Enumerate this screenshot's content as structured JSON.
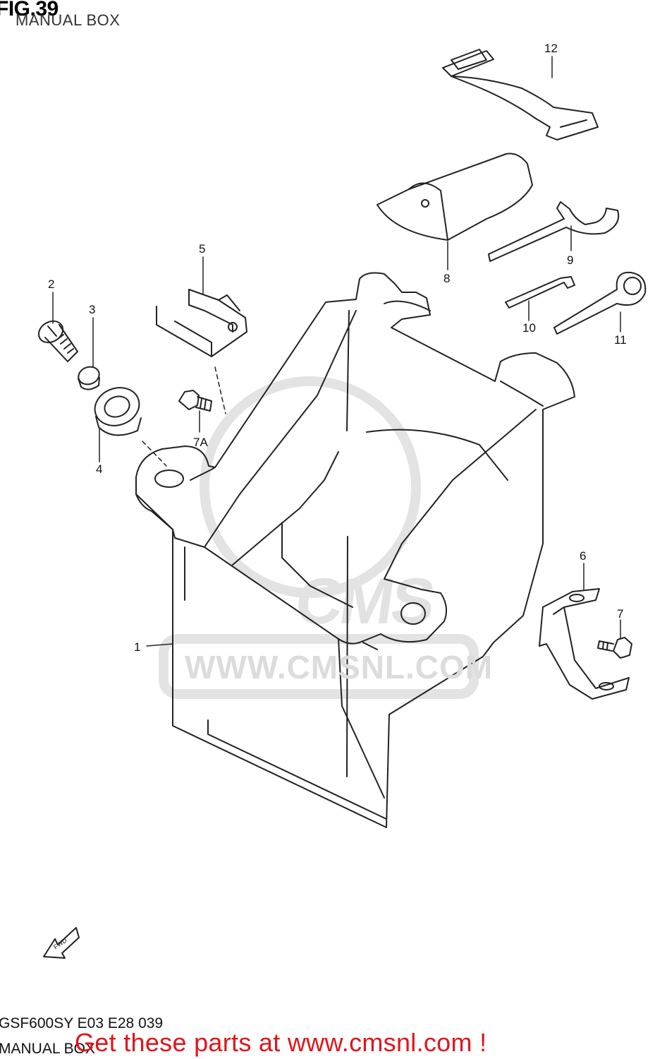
{
  "figure": {
    "title": "FIG.39",
    "subtitle": "MANUAL BOX"
  },
  "footer": {
    "code": "GSF600SY E03 E28 039",
    "subtitle": "MANUAL BOX",
    "cta": "Get these parts at www.cmsnl.com !"
  },
  "watermark": {
    "logo": "CMS",
    "url": "WWW.CMSNL.COM"
  },
  "fwd_marker": "FWD",
  "callouts": [
    {
      "id": "1",
      "label": "1"
    },
    {
      "id": "2",
      "label": "2"
    },
    {
      "id": "3",
      "label": "3"
    },
    {
      "id": "4",
      "label": "4"
    },
    {
      "id": "5",
      "label": "5"
    },
    {
      "id": "6",
      "label": "6"
    },
    {
      "id": "7",
      "label": "7"
    },
    {
      "id": "7A",
      "label": "7A"
    },
    {
      "id": "8",
      "label": "8"
    },
    {
      "id": "9",
      "label": "9"
    },
    {
      "id": "10",
      "label": "10"
    },
    {
      "id": "11",
      "label": "11"
    },
    {
      "id": "12",
      "label": "12"
    }
  ],
  "colors": {
    "line": "#222222",
    "watermark": "#dcdcdc",
    "cta": "#e0151b"
  }
}
